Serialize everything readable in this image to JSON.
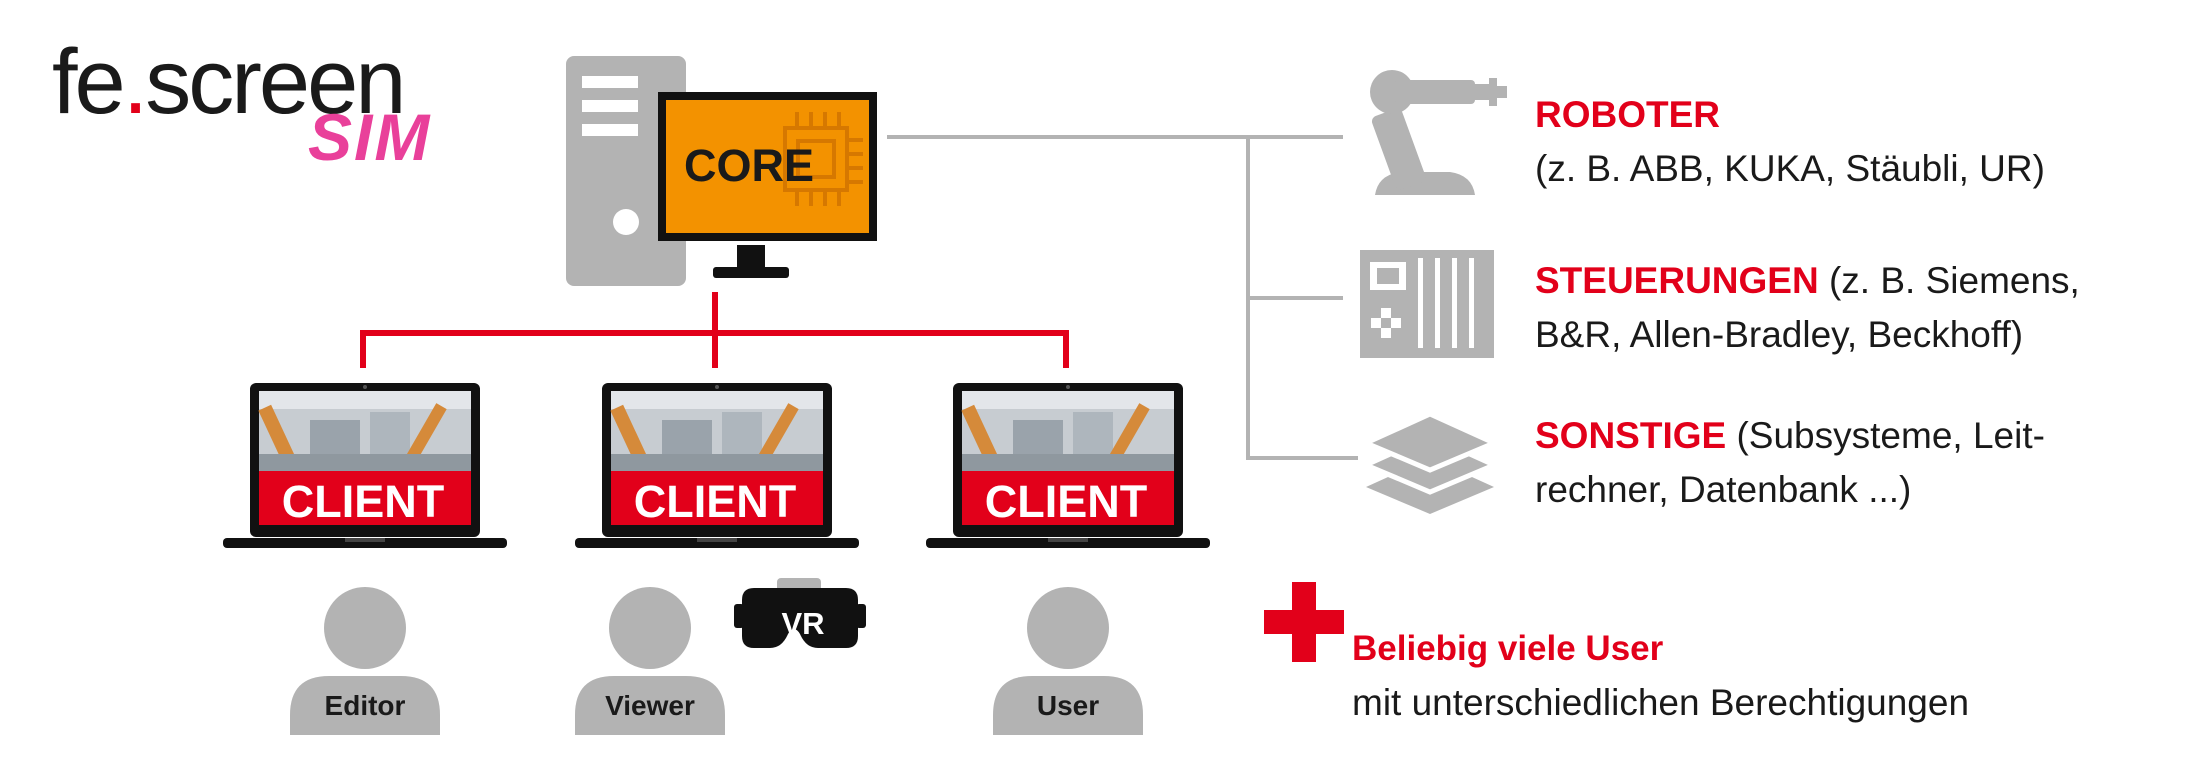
{
  "logo": {
    "prefix": "fe",
    "dot": ".",
    "suffix": "screen",
    "sub": "SIM"
  },
  "core": {
    "label": "CORE"
  },
  "clients": [
    {
      "label": "CLIENT",
      "user": "Editor"
    },
    {
      "label": "CLIENT",
      "user": "Viewer"
    },
    {
      "label": "CLIENT",
      "user": "User"
    }
  ],
  "vr": {
    "label": "VR"
  },
  "categories": {
    "robots": {
      "title": "ROBOTER",
      "desc": "(z. B. ABB, KUKA, Stäubli, UR)"
    },
    "controls": {
      "title": "STEUERUNGEN",
      "desc1": " (z. B. Siemens,",
      "desc2": "B&R, Allen-Bradley, Beckhoff)"
    },
    "other": {
      "title": "SONSTIGE",
      "desc1": " (Subsysteme, Leit-",
      "desc2": "rechner, Datenbank ...)"
    }
  },
  "users_note": {
    "title": "Beliebig viele User",
    "desc": "mit unterschiedlichen Berechtigungen"
  },
  "colors": {
    "accent": "#e2001a",
    "brand_pink": "#e9409a",
    "gray": "#b3b3b3",
    "core_orange": "#f39200",
    "dark": "#1a1a1a"
  }
}
